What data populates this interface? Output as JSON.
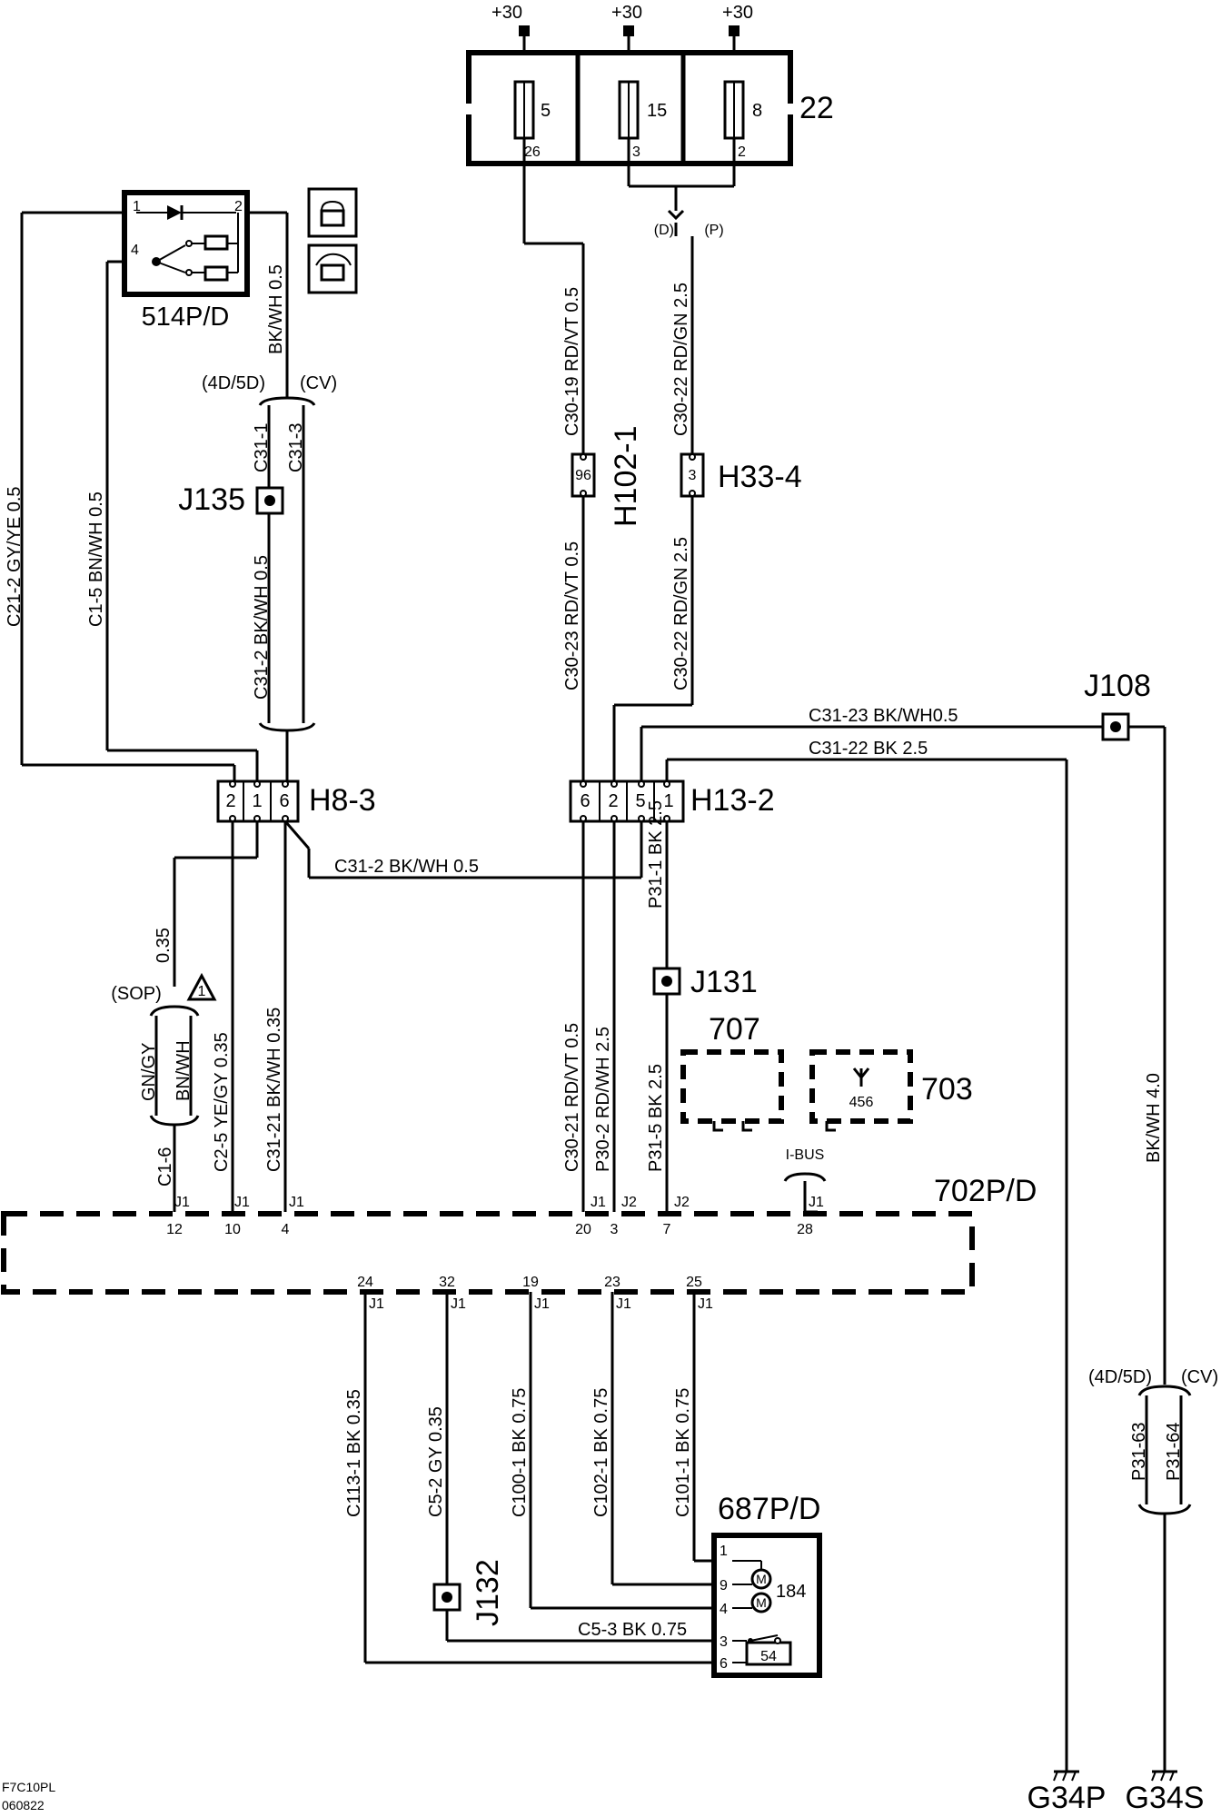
{
  "fuses": {
    "box_label": "22",
    "supply": "+30",
    "items": [
      {
        "fuse": "5",
        "pin": "26"
      },
      {
        "fuse": "15",
        "pin": "3"
      },
      {
        "fuse": "8",
        "pin": "2"
      }
    ],
    "variant_d": "(D)",
    "variant_p": "(P)"
  },
  "switch514": {
    "label": "514P/D",
    "pins": [
      "1",
      "2",
      "4"
    ]
  },
  "variants": {
    "left": "(4D/5D)",
    "right": "(CV)"
  },
  "wires": {
    "bkwh_05_top": "BK/WH 0.5",
    "c31_1": "C31-1",
    "c31_3": "C31-3",
    "c31_2_a": "C31-2 BK/WH 0.5",
    "c21_2": "C21-2 GY/YE 0.5",
    "c1_5": "C1-5 BN/WH 0.5",
    "c30_19": "C30-19 RD/VT 0.5",
    "c30_22_a": "C30-22 RD/GN 2.5",
    "c30_23": "C30-23 RD/VT 0.5",
    "c30_22_b": "C30-22 RD/GN 2.5",
    "c31_23": "C31-23 BK/WH0.5",
    "c31_22": "C31-22 BK 2.5",
    "c31_2_b": "C31-2 BK/WH 0.5",
    "p31_1": "P31-1 BK 2.5",
    "w035": "0.35",
    "sop": "(SOP)",
    "gngy": "GN/GY",
    "bnwh": "BN/WH",
    "c1_6": "C1-6",
    "c2_5": "C2-5 YE/GY 0.35",
    "c31_21": "C31-21 BK/WH 0.35",
    "c30_21": "C30-21 RD/VT 0.5",
    "p30_2": "P30-2 RD/WH 2.5",
    "p31_5": "P31-5 BK 2.5",
    "ibus": "I-BUS",
    "bkwh_40": "BK/WH 4.0",
    "p31_63": "P31-63",
    "p31_64": "P31-64",
    "c113_1": "C113-1 BK 0.35",
    "c5_2": "C5-2 GY 0.35",
    "c100_1": "C100-1 BK 0.75",
    "c102_1": "C102-1 BK 0.75",
    "c101_1": "C101-1 BK 0.75",
    "c5_3": "C5-3 BK 0.75"
  },
  "connectors": {
    "h102_1": {
      "label": "H102-1",
      "pin": "96"
    },
    "h33_4": {
      "label": "H33-4",
      "pin": "3"
    },
    "h8_3": {
      "label": "H8-3",
      "pins": [
        "2",
        "1",
        "6"
      ]
    },
    "h13_2": {
      "label": "H13-2",
      "pins": [
        "6",
        "2",
        "5",
        "1"
      ]
    }
  },
  "splices": {
    "j135": "J135",
    "j108": "J108",
    "j131": "J131",
    "j132": "J132"
  },
  "modules": {
    "m707": "707",
    "m703": "703",
    "m703_inner": "456",
    "m702": "702P/D",
    "m687": "687P/D",
    "motor": "184",
    "switch54": "54"
  },
  "module702_pins_top": [
    {
      "j": "J1",
      "n": "12"
    },
    {
      "j": "J1",
      "n": "10"
    },
    {
      "j": "J1",
      "n": "4"
    },
    {
      "j": "J1",
      "n": "20"
    },
    {
      "j": "J2",
      "n": "3"
    },
    {
      "j": "J2",
      "n": "7"
    },
    {
      "j": "J1",
      "n": "28"
    }
  ],
  "module702_pins_bottom": [
    {
      "j": "J1",
      "n": "24"
    },
    {
      "j": "J1",
      "n": "32"
    },
    {
      "j": "J1",
      "n": "19"
    },
    {
      "j": "J1",
      "n": "23"
    },
    {
      "j": "J1",
      "n": "25"
    }
  ],
  "module687_pins": [
    "1",
    "9",
    "4",
    "3",
    "6"
  ],
  "grounds": {
    "g34p": "G34P",
    "g34s": "G34S"
  },
  "footer": {
    "code": "F7C10PL",
    "date": "060822"
  }
}
